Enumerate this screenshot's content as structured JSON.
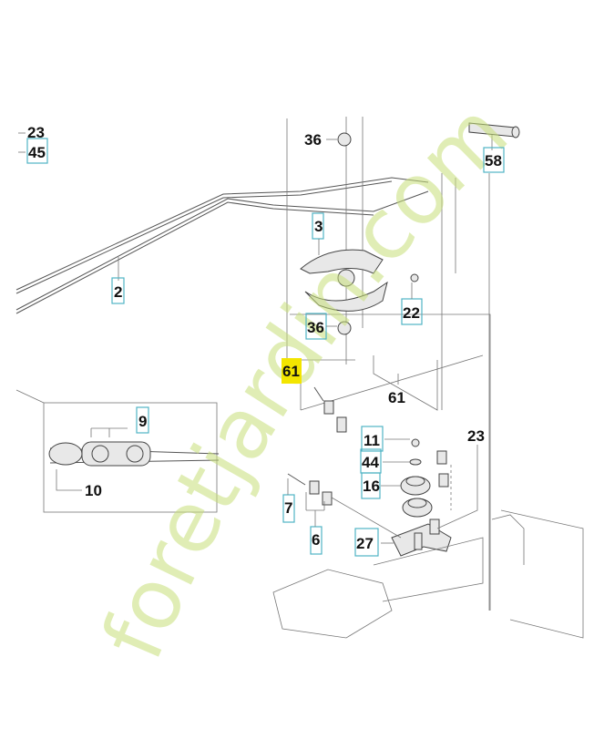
{
  "watermark": {
    "text": "foretjardin.com",
    "color": "#c8e07a"
  },
  "highlight_color": "#f3e500",
  "callout_box_color": "#4fb3c4",
  "labels": {
    "l23a": "23",
    "l45": "45",
    "l36a": "36",
    "l58": "58",
    "l3": "3",
    "l2": "2",
    "l22": "22",
    "l36b": "36",
    "l61hl": "61",
    "l61": "61",
    "l9": "9",
    "l10": "10",
    "l11": "11",
    "l44": "44",
    "l16": "16",
    "l23b": "23",
    "l7": "7",
    "l6": "6",
    "l27": "27"
  }
}
